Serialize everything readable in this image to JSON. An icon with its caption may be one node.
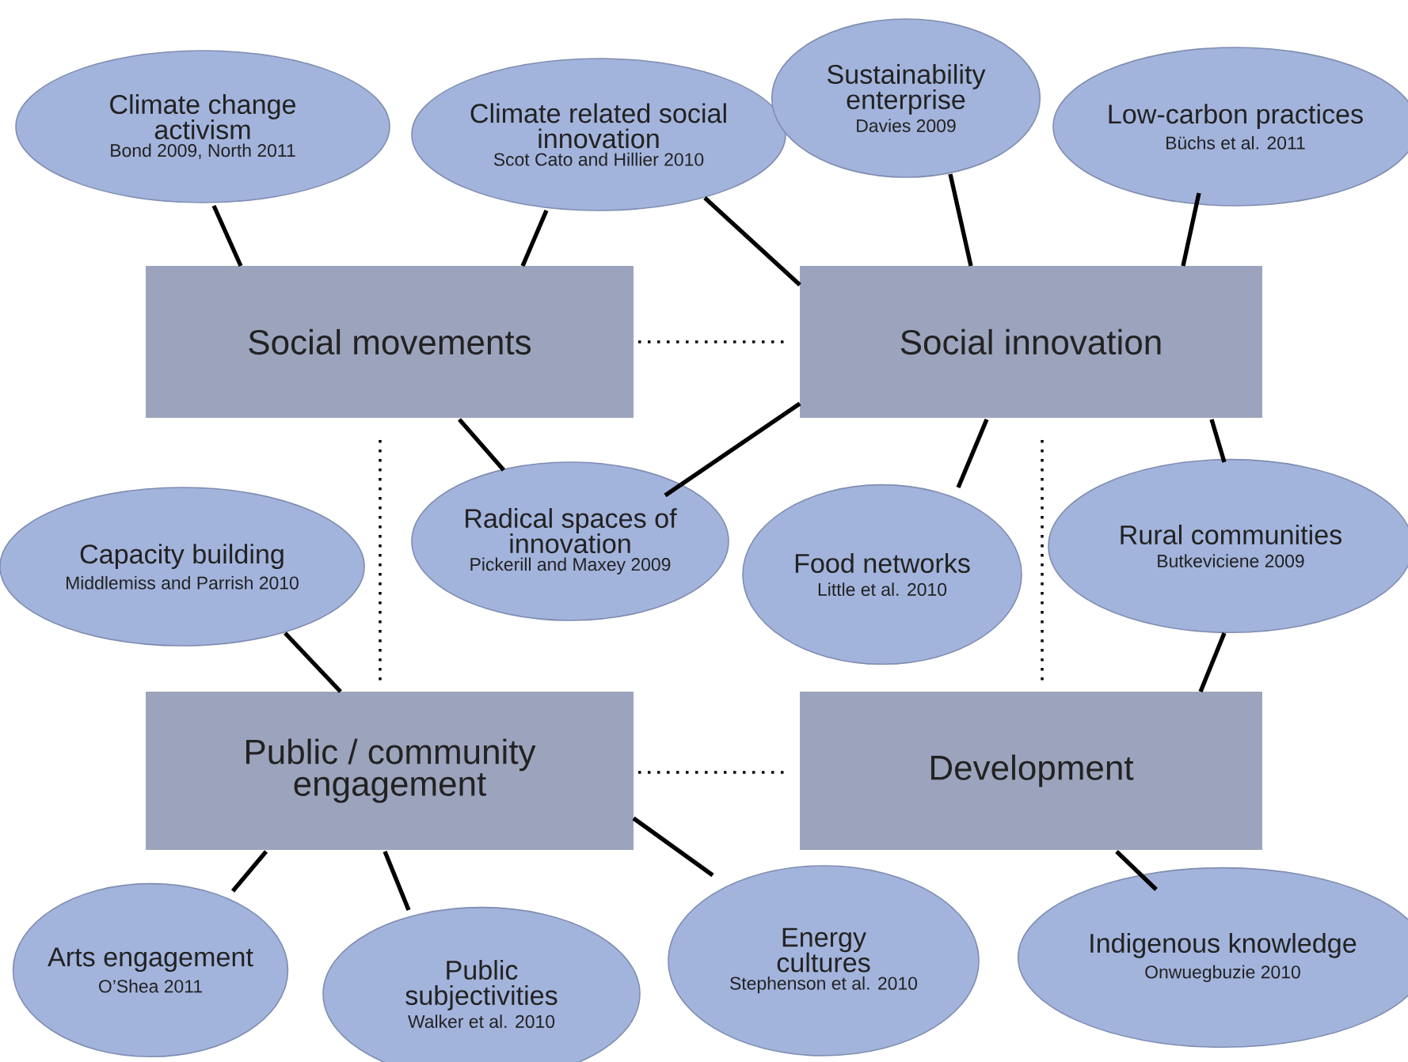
{
  "diagram": {
    "nodes": [
      {
        "text": [
          "Climate change activism",
          "Bond 2009, North 2011"
        ]
      },
      {
        "text": [
          "Climate related social innovation",
          "Scot Cato and Hillier 2010"
        ]
      },
      {
        "text": [
          "Sustainability enterprise",
          "Davies 2009"
        ]
      },
      {
        "text": [
          "Low-carbon practices",
          "Büchs et al. 2011"
        ]
      },
      {
        "text": [
          "Social movements"
        ]
      },
      {
        "text": [
          "Social innovation"
        ]
      },
      {
        "text": [
          "Radical spaces of innovation",
          "Pickerill and Maxey 2009"
        ]
      },
      {
        "text": [
          "Capacity building",
          "Middlemiss and Parrish 2010"
        ]
      },
      {
        "text": [
          "Food networks",
          "Little et al. 2010"
        ]
      },
      {
        "text": [
          "Rural communities",
          "Butkeviciene 2009"
        ]
      },
      {
        "text": [
          "Public / community engagement"
        ]
      },
      {
        "text": [
          "Development"
        ]
      },
      {
        "text": [
          "Arts engagement",
          "O’Shea 2011"
        ]
      },
      {
        "text": [
          "Public subjectivities",
          "Walker et al. 2010"
        ]
      },
      {
        "text": [
          "Energy cultures",
          "Stephenson et al. 2010"
        ]
      },
      {
        "text": [
          "Indigenous knowledge",
          "Onwuegbuzie 2010"
        ]
      }
    ],
    "edges": [
      {
        "from": 0,
        "to": 4,
        "arrow": "none"
      },
      {
        "from": 1,
        "to": 4,
        "arrow": "none"
      },
      {
        "from": 1,
        "to": 5,
        "arrow": "none"
      },
      {
        "from": 2,
        "to": 5,
        "arrow": "none"
      },
      {
        "from": 3,
        "to": 5,
        "arrow": "none"
      },
      {
        "from": 4,
        "to": 6,
        "arrow": "none"
      },
      {
        "from": 5,
        "to": 6,
        "arrow": "none"
      },
      {
        "from": 5,
        "to": 8,
        "arrow": "none"
      },
      {
        "from": 5,
        "to": 9,
        "arrow": "none"
      },
      {
        "from": 7,
        "to": 10,
        "arrow": "none"
      },
      {
        "from": 9,
        "to": 11,
        "arrow": "none"
      },
      {
        "from": 10,
        "to": 12,
        "arrow": "none"
      },
      {
        "from": 10,
        "to": 13,
        "arrow": "none"
      },
      {
        "from": 10,
        "to": 14,
        "arrow": "none"
      },
      {
        "from": 11,
        "to": 15,
        "arrow": "none"
      },
      {
        "from": 4,
        "to": 5,
        "arrow": "none",
        "style": "dashed"
      },
      {
        "from": 10,
        "to": 11,
        "arrow": "none",
        "style": "dashed"
      },
      {
        "from": 4,
        "to": 10,
        "arrow": "none",
        "style": "dashed"
      },
      {
        "from": 5,
        "to": 11,
        "arrow": "none",
        "style": "dashed"
      }
    ]
  }
}
